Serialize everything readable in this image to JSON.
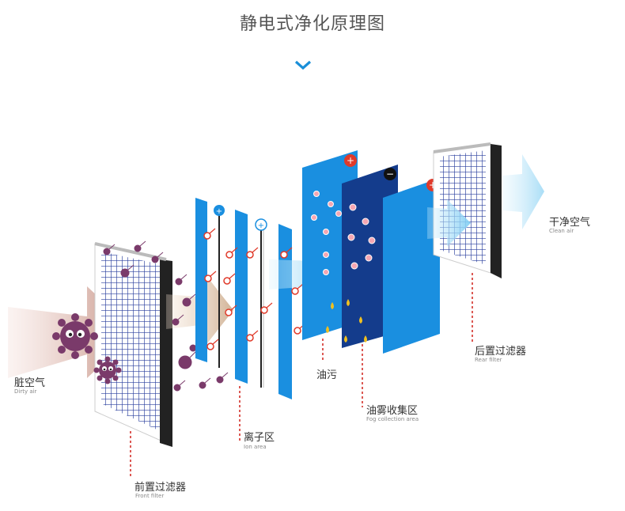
{
  "title": "静电式净化原理图",
  "labels": {
    "dirty_air_cn": "脏空气",
    "dirty_air_en": "Dirty air",
    "front_filter_cn": "前置过滤器",
    "front_filter_en": "Front filter",
    "ion_zone_cn": "离子区",
    "ion_zone_en": "Ion area",
    "oil_stain_cn": "油污",
    "fog_area_cn": "油雾收集区",
    "fog_area_en": "Fog collection area",
    "rear_filter_cn": "后置过滤器",
    "rear_filter_en": "Rear filter",
    "clean_air_cn": "干净空气",
    "clean_air_en": "Clean air"
  },
  "colors": {
    "title": "#555555",
    "accent_chevron": "#1a8fd8",
    "plate_blue": "#1a8fe0",
    "plate_dark": "#143c8c",
    "filter_grid": "#2a3f9e",
    "particle": "#7a3a6a",
    "ion_red": "#e03a2a",
    "guide_red": "#d0201a"
  },
  "icons": {
    "chevron": "chevron-down-icon",
    "plus": "plus-sign-icon",
    "minus": "minus-sign-icon",
    "germ": "germ-icon",
    "oil_drop": "oil-drop-icon"
  }
}
